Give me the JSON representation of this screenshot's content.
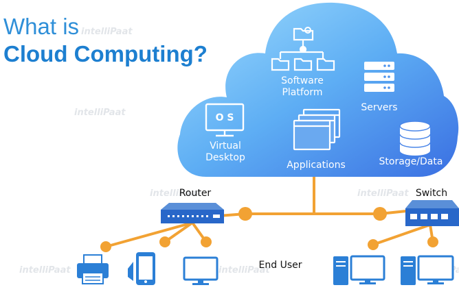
{
  "title": {
    "line1": "What is",
    "line2": "Cloud Computing?"
  },
  "cloud": {
    "software_platform": [
      "Software",
      "Platform"
    ],
    "servers": "Servers",
    "os_badge": "O S",
    "virtual_desktop": [
      "Virtual",
      "Desktop"
    ],
    "applications": "Applications",
    "storage": "Storage/Data"
  },
  "network": {
    "router": "Router",
    "switch": "Switch",
    "end_user": "End User"
  },
  "watermark": "intelliPaat",
  "colors": {
    "cloud_top": "#8fd3fb",
    "cloud_bottom": "#3f7fe6",
    "connector": "#f2a233",
    "device_blue": "#2b7fd6",
    "title_blue": "#1d7fd0"
  }
}
